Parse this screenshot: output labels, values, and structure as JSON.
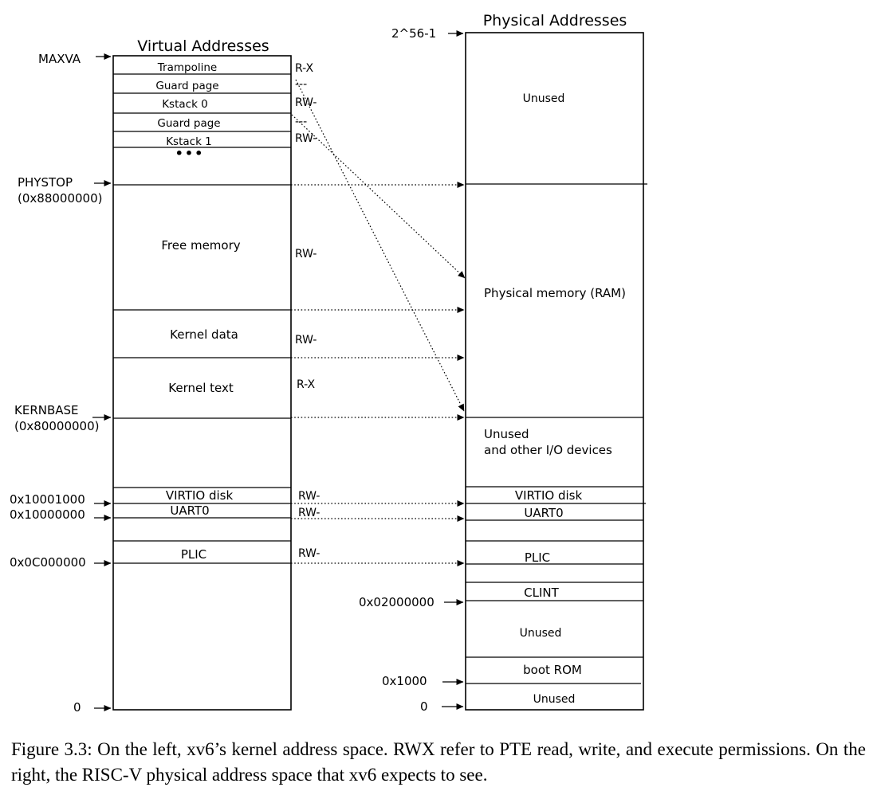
{
  "diagram": {
    "virtual": {
      "title": "Virtual Addresses",
      "regions": {
        "trampoline": "Trampoline",
        "guard0": "Guard page",
        "kstack0": "Kstack 0",
        "guard1": "Guard page",
        "kstack1": "Kstack 1",
        "ellipsis": "•••",
        "free": "Free memory",
        "kdata": "Kernel data",
        "ktext": "Kernel text",
        "virtio": "VIRTIO disk",
        "uart": "UART0",
        "plic": "PLIC"
      },
      "addresses": {
        "maxva": "MAXVA",
        "phystop": "PHYSTOP",
        "phystop_hex": "(0x88000000)",
        "kernbase": "KERNBASE",
        "kernbase_hex": "(0x80000000)",
        "virtio": "0x10001000",
        "uart": "0x10000000",
        "plic": "0x0C000000",
        "zero": "0"
      },
      "permissions": {
        "trampoline": "R-X",
        "guard0": "---",
        "kstack0": "RW-",
        "guard1": "---",
        "kstack1": "RW-",
        "free": "RW-",
        "kdata": "RW-",
        "ktext": "R-X",
        "virtio": "RW-",
        "uart": "RW-",
        "plic": "RW-"
      }
    },
    "physical": {
      "title": "Physical Addresses",
      "regions": {
        "unused_top": "Unused",
        "ram": "Physical memory (RAM)",
        "unused_io_1": "Unused",
        "unused_io_2": "and other I/O devices",
        "virtio": "VIRTIO disk",
        "uart": "UART0",
        "plic": "PLIC",
        "clint": "CLINT",
        "unused_mid": "Unused",
        "bootrom": "boot ROM",
        "unused_bottom": "Unused"
      },
      "addresses": {
        "top": "2^56-1",
        "clint": "0x02000000",
        "bootrom": "0x1000",
        "zero": "0"
      }
    }
  },
  "caption": "Figure 3.3: On the left, xv6’s kernel address space. RWX refer to PTE read, write, and execute permissions. On the right, the RISC-V physical address space that xv6 expects to see."
}
